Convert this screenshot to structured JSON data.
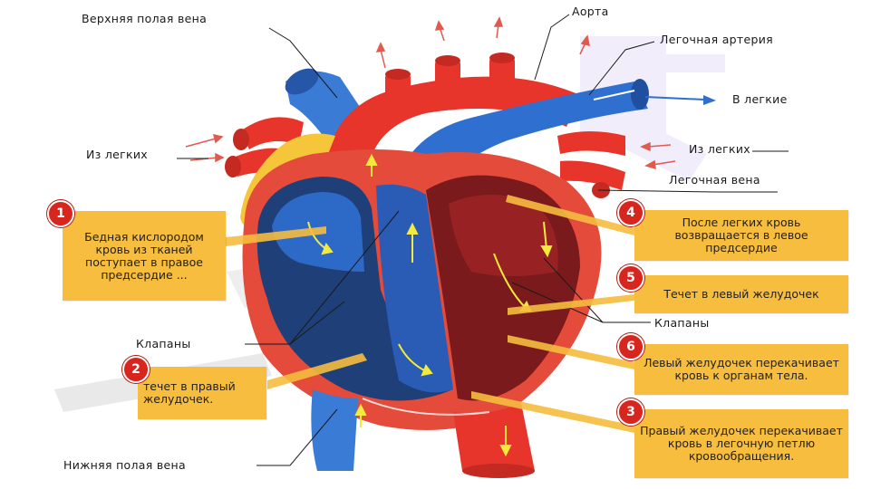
{
  "labels": {
    "svc": "Верхняя полая вена",
    "aorta": "Аорта",
    "pulm_artery": "Легочная артерия",
    "to_lungs": "В легкие",
    "from_lungs_left": "Из легких",
    "from_lungs_right": "Из легких",
    "pulm_vein": "Легочная вена",
    "valves_left": "Клапаны",
    "valves_right": "Клапаны",
    "ivc": "Нижняя полая вена"
  },
  "steps": [
    {
      "num": "1",
      "text": "Бедная кислородом кровь из тканей поступает в правое предсердие ..."
    },
    {
      "num": "2",
      "text": "течет в правый желудочек."
    },
    {
      "num": "3",
      "text": "Правый желудочек перекачивает кровь в легочную петлю кровообращения."
    },
    {
      "num": "4",
      "text": "После легких кровь возвращается в левое предсердие"
    },
    {
      "num": "5",
      "text": "Течет в левый желудочек"
    },
    {
      "num": "6",
      "text": "Левый желудочек перекачивает кровь к органам тела."
    }
  ],
  "colors": {
    "step_box": "#f6bd3f",
    "step_number": "#d8261f",
    "deoxygenated_blue": "#2f6fd0",
    "oxygenated_red": "#e8352b",
    "heart_wall": "#e44b3a",
    "flow_arrow": "#f2ea3c"
  }
}
